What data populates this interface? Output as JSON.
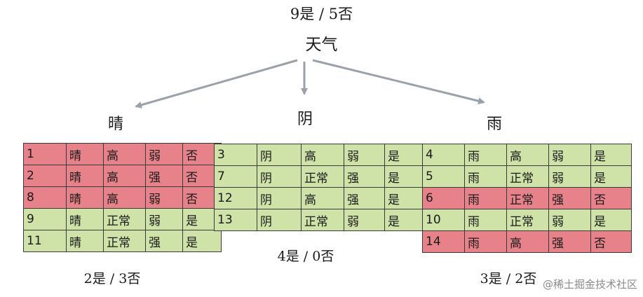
{
  "root": {
    "count": "9是 / 5否",
    "name": "天气"
  },
  "branches": [
    {
      "label": "晴",
      "summary": "2是 / 3否",
      "rows": [
        {
          "cells": [
            "1",
            "晴",
            "高",
            "弱",
            "否"
          ],
          "status": "no"
        },
        {
          "cells": [
            "2",
            "晴",
            "高",
            "强",
            "否"
          ],
          "status": "no"
        },
        {
          "cells": [
            "8",
            "晴",
            "高",
            "弱",
            "否"
          ],
          "status": "no"
        },
        {
          "cells": [
            "9",
            "晴",
            "正常",
            "弱",
            "是"
          ],
          "status": "yes"
        },
        {
          "cells": [
            "11",
            "晴",
            "正常",
            "强",
            "是"
          ],
          "status": "yes"
        }
      ]
    },
    {
      "label": "阴",
      "summary": "4是 / 0否",
      "rows": [
        {
          "cells": [
            "3",
            "阴",
            "高",
            "弱",
            "是"
          ],
          "status": "yes"
        },
        {
          "cells": [
            "7",
            "阴",
            "正常",
            "强",
            "是"
          ],
          "status": "yes"
        },
        {
          "cells": [
            "12",
            "阴",
            "高",
            "强",
            "是"
          ],
          "status": "yes"
        },
        {
          "cells": [
            "13",
            "阴",
            "正常",
            "弱",
            "是"
          ],
          "status": "yes"
        }
      ]
    },
    {
      "label": "雨",
      "summary": "3是 / 2否",
      "rows": [
        {
          "cells": [
            "4",
            "雨",
            "高",
            "弱",
            "是"
          ],
          "status": "yes"
        },
        {
          "cells": [
            "5",
            "雨",
            "正常",
            "弱",
            "是"
          ],
          "status": "yes"
        },
        {
          "cells": [
            "6",
            "雨",
            "正常",
            "强",
            "否"
          ],
          "status": "no"
        },
        {
          "cells": [
            "10",
            "雨",
            "正常",
            "弱",
            "是"
          ],
          "status": "yes"
        },
        {
          "cells": [
            "14",
            "雨",
            "高",
            "强",
            "否"
          ],
          "status": "no"
        }
      ]
    }
  ],
  "watermark": "@稀土掘金技术社区",
  "colors": {
    "yes": "#cfe2a8",
    "no": "#e8828a",
    "arrow": "#9aa1ab"
  }
}
